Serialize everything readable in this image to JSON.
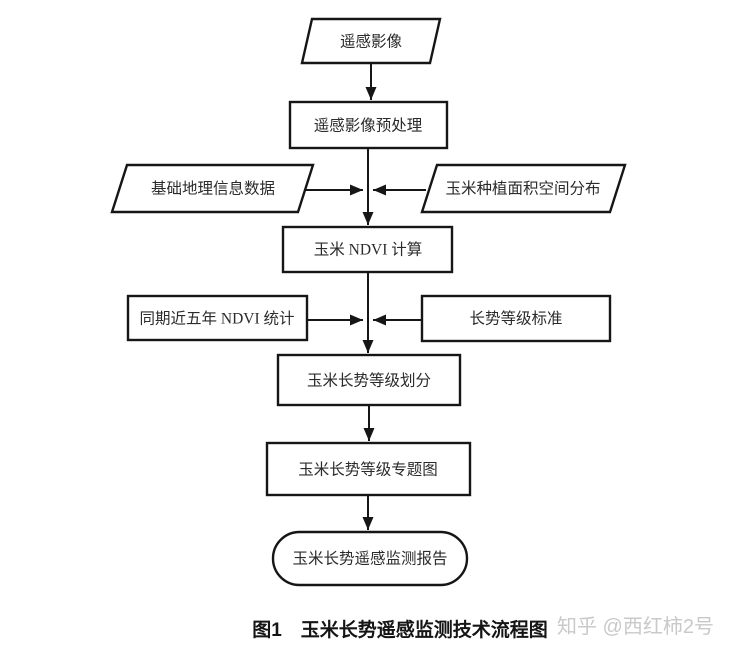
{
  "figure": {
    "caption": "图1　玉米长势遥感监测技术流程图",
    "watermark": "知乎 @西红柿2号"
  },
  "flowchart": {
    "nodes": {
      "remote_sensing_image": {
        "label": "遥感影像",
        "shape": "parallelogram"
      },
      "preprocessing": {
        "label": "遥感影像预处理",
        "shape": "rect"
      },
      "basic_geo_data": {
        "label": "基础地理信息数据",
        "shape": "parallelogram"
      },
      "corn_area_distribution": {
        "label": "玉米种植面积空间分布",
        "shape": "parallelogram"
      },
      "ndvi_calc": {
        "label": "玉米 NDVI 计算",
        "shape": "rect"
      },
      "ndvi_stats_5yr": {
        "label": "同期近五年 NDVI 统计",
        "shape": "rect"
      },
      "grade_standard": {
        "label": "长势等级标准",
        "shape": "rect"
      },
      "grade_classification": {
        "label": "玉米长势等级划分",
        "shape": "rect"
      },
      "thematic_map": {
        "label": "玉米长势等级专题图",
        "shape": "rect"
      },
      "monitoring_report": {
        "label": "玉米长势遥感监测报告",
        "shape": "terminator"
      }
    },
    "edges": [
      {
        "from": "remote_sensing_image",
        "to": "preprocessing"
      },
      {
        "from": "preprocessing",
        "to": "ndvi_calc"
      },
      {
        "from": "basic_geo_data",
        "to": "ndvi_calc"
      },
      {
        "from": "corn_area_distribution",
        "to": "ndvi_calc"
      },
      {
        "from": "ndvi_calc",
        "to": "grade_classification"
      },
      {
        "from": "ndvi_stats_5yr",
        "to": "grade_classification"
      },
      {
        "from": "grade_standard",
        "to": "grade_classification"
      },
      {
        "from": "grade_classification",
        "to": "thematic_map"
      },
      {
        "from": "thematic_map",
        "to": "monitoring_report"
      }
    ]
  },
  "colors": {
    "line": "#161616",
    "node_text": "#2b2b2b",
    "caption_text": "#151515",
    "watermark_text": "#c9c9c9",
    "background": "#ffffff"
  }
}
